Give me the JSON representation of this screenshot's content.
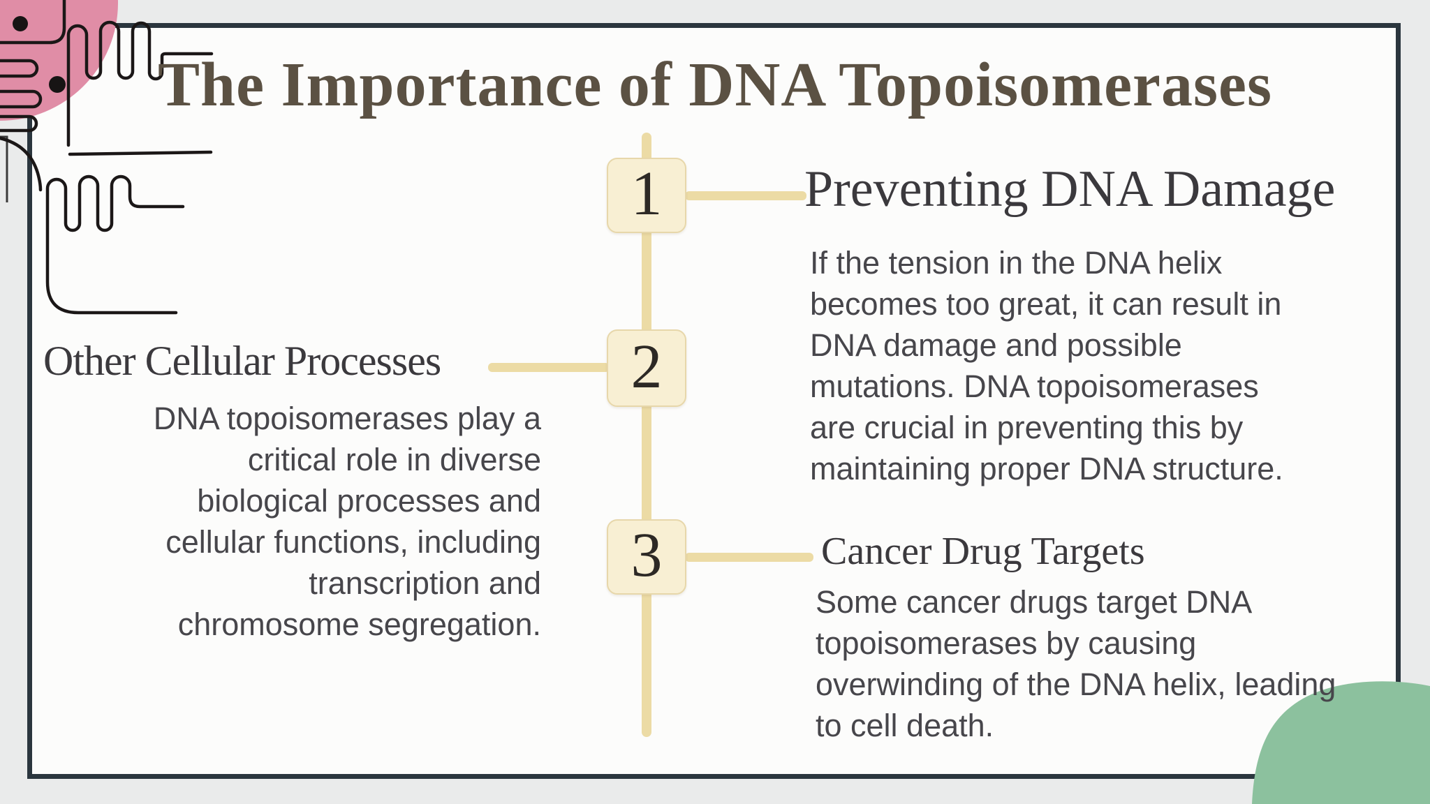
{
  "slide": {
    "title": "The Importance of DNA Topoisomerases",
    "sections": [
      {
        "number": "1",
        "heading": "Preventing DNA Damage",
        "body": "If the tension in the DNA helix\nbecomes too great, it can result in\nDNA damage and possible\nmutations. DNA topoisomerases\nare crucial in preventing this by\nmaintaining proper DNA structure."
      },
      {
        "number": "2",
        "heading": "Other Cellular Processes",
        "body": "DNA topoisomerases play a\ncritical role in diverse\nbiological processes and\ncellular functions, including\ntranscription and\nchromosome segregation."
      },
      {
        "number": "3",
        "heading": "Cancer Drug Targets",
        "body": "Some cancer drugs target DNA\ntopoisomerases by causing\noverwinding of the DNA helix, leading\nto cell death."
      }
    ],
    "colors": {
      "outer_background": "#eaebeb",
      "slide_background": "#fcfcfb",
      "frame_border": "#2b363e",
      "timeline_beige": "#ecdba5",
      "node_fill": "#f8efd3",
      "node_border": "#e7d7aa",
      "title_text": "#5b5143",
      "heading_text": "#3b393d",
      "body_text": "#47464b",
      "number_text": "#2d2925",
      "pink_blob": "#e08da6",
      "green_blob": "#8cc19e",
      "hand_line": "#1b1717"
    },
    "decorations": [
      "pink-circle-blob",
      "line-art-hand-top",
      "line-art-hand-left",
      "line-art-hand-middle",
      "green-corner-blob"
    ]
  }
}
